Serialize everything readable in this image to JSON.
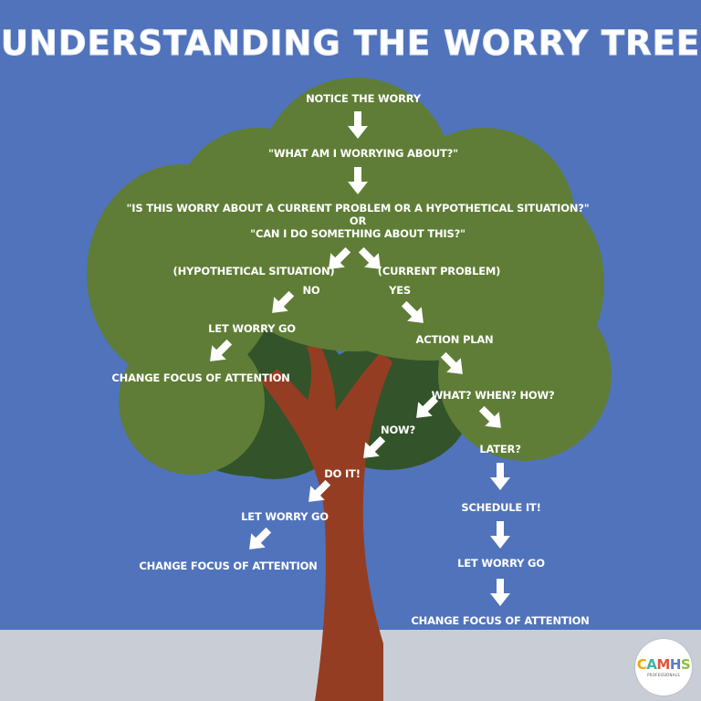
{
  "title": "UNDERSTANDING THE WORRY TREE",
  "colors": {
    "background": "#5073bc",
    "ground": "#c9ced6",
    "canopy": "#5f7d36",
    "canopy_shadow": "#33532a",
    "trunk": "#953d22",
    "text": "#ffffff"
  },
  "steps": {
    "notice": "NOTICE THE WORRY",
    "what_worrying": "\"WHAT AM I WORRYING ABOUT?\"",
    "question_line1": "\"IS THIS WORRY ABOUT A CURRENT PROBLEM OR A HYPOTHETICAL SITUATION?\"",
    "question_or": "OR",
    "question_line2": "\"CAN I DO SOMETHING ABOUT THIS?\"",
    "hypothetical": "(HYPOTHETICAL SITUATION)",
    "current": "(CURRENT PROBLEM)",
    "no": "NO",
    "yes": "YES",
    "left_let_go": "LET WORRY GO",
    "left_change_focus": "CHANGE FOCUS OF ATTENTION",
    "action_plan": "ACTION PLAN",
    "what_when_how": "WHAT? WHEN? HOW?",
    "now": "NOW?",
    "later": "LATER?",
    "do_it": "DO IT!",
    "do_let_go": "LET WORRY GO",
    "do_change_focus": "CHANGE FOCUS OF ATTENTION",
    "schedule": "SCHEDULE IT!",
    "sched_let_go": "LET WORRY GO",
    "sched_change_focus": "CHANGE FOCUS OF ATTENTION"
  },
  "logo": {
    "letters": [
      "C",
      "A",
      "M",
      "H",
      "S"
    ],
    "letter_colors": [
      "#f2a900",
      "#3fb3a4",
      "#e2543b",
      "#5a7dc4",
      "#8bbf3f"
    ],
    "subtitle": "PROFESSIONALS"
  }
}
